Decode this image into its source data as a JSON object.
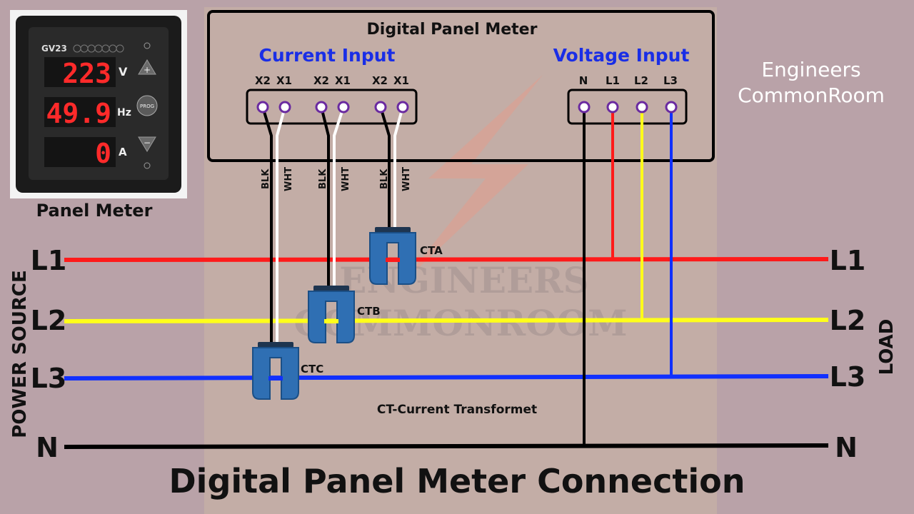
{
  "title": "Digital Panel Meter Connection",
  "brand": {
    "line1": "Engineers",
    "line2": "CommonRoom",
    "watermark_line1": "ENGINEERS",
    "watermark_line2": "COMMONROOM"
  },
  "meter_photo": {
    "caption": "Panel Meter",
    "model": "GV23",
    "readings": [
      {
        "value": "223",
        "unit": "V"
      },
      {
        "value": "49.9",
        "unit": "Hz"
      },
      {
        "value": "0",
        "unit": "A"
      }
    ],
    "buttons": {
      "up": "+",
      "prog": "PROG",
      "down": "−"
    }
  },
  "meter_box": {
    "title": "Digital Panel Meter",
    "current_input": {
      "label": "Current Input",
      "terminals": [
        "X2",
        "X1",
        "X2",
        "X1",
        "X2",
        "X1"
      ]
    },
    "voltage_input": {
      "label": "Voltage Input",
      "terminals": [
        "N",
        "L1",
        "L2",
        "L3"
      ]
    }
  },
  "wire_labels": {
    "black": "BLK",
    "white": "WHT"
  },
  "cts": [
    "CTA",
    "CTB",
    "CTC"
  ],
  "ct_caption": "CT-Current Transformet",
  "lines": [
    "L1",
    "L2",
    "L3",
    "N"
  ],
  "side_labels": {
    "left": "POWER SOURCE",
    "right": "LOAD"
  },
  "colors": {
    "L1": "#ff1a1a",
    "L2": "#ffff1a",
    "L3": "#1030ff",
    "N": "#000000",
    "ct": "#2f6fb3",
    "heading_blue": "#1a2ee6"
  }
}
